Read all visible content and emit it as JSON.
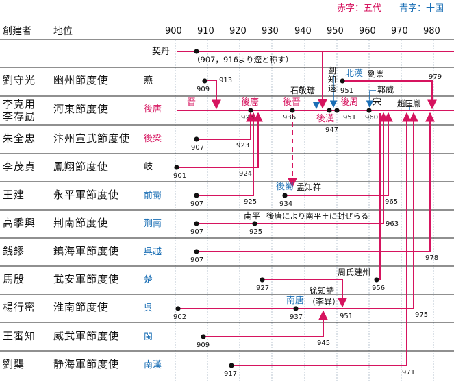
{
  "legend": {
    "red_label": "赤字：五代",
    "blue_label": "青字：十国"
  },
  "header": {
    "founder": "創建者",
    "position": "地位"
  },
  "ticks": [
    "900",
    "910",
    "920",
    "930",
    "940",
    "950",
    "960",
    "970",
    "980"
  ],
  "rows": [
    {
      "founder": "",
      "position": "",
      "state": "契丹",
      "state_color": "#111111"
    },
    {
      "founder": "劉守光",
      "position": "幽州節度使",
      "state": "燕",
      "state_color": "#111111"
    },
    {
      "founder": "李克用\n李存勗",
      "position": "河東節度使",
      "state": "後唐",
      "state_color": "#d6145f"
    },
    {
      "founder": "朱全忠",
      "position": "汴州宣武節度使",
      "state": "後梁",
      "state_color": "#d6145f"
    },
    {
      "founder": "李茂貞",
      "position": "鳳翔節度使",
      "state": "岐",
      "state_color": "#111111"
    },
    {
      "founder": "王建",
      "position": "永平軍節度使",
      "state": "前蜀",
      "state_color": "#1b6fb5"
    },
    {
      "founder": "高季興",
      "position": "荆南節度使",
      "state": "荆南",
      "state_color": "#1b6fb5"
    },
    {
      "founder": "銭鏐",
      "position": "鎮海軍節度使",
      "state": "呉越",
      "state_color": "#1b6fb5"
    },
    {
      "founder": "馬殷",
      "position": "武安軍節度使",
      "state": "楚",
      "state_color": "#1b6fb5"
    },
    {
      "founder": "楊行密",
      "position": "淮南節度使",
      "state": "呉",
      "state_color": "#1b6fb5"
    },
    {
      "founder": "王審知",
      "position": "威武軍節度使",
      "state": "閩",
      "state_color": "#1b6fb5"
    },
    {
      "founder": "劉龑",
      "position": "静海軍節度使",
      "state": "南漢",
      "state_color": "#1b6fb5"
    }
  ],
  "labels": {
    "khitan_note": "（907，916より遼と称す）",
    "y907a": "907",
    "y909a": "909",
    "y913": "913",
    "y979": "979",
    "y923a": "923",
    "y936": "936",
    "y947": "947",
    "y951a": "951",
    "y960": "960",
    "y907b": "907",
    "y923b": "923",
    "y901": "901",
    "y924": "924",
    "y907c": "907",
    "y925a": "925",
    "y934": "934",
    "y965": "965",
    "y907d": "907",
    "y925b": "925",
    "y963": "963",
    "y907e": "907",
    "y978": "978",
    "y927": "927",
    "y956": "956",
    "y902": "902",
    "y937": "937",
    "y951b": "951",
    "y975": "975",
    "y909b": "909",
    "y945": "945",
    "y917": "917",
    "y971": "971",
    "jin": "晋",
    "later_tang": "後唐",
    "later_jin": "後晋",
    "later_han": "後漢",
    "later_zhou": "後周",
    "song": "宋",
    "northern_han": "北漢",
    "liu_chong": "劉崇",
    "shi_jingtang": "石敬瑭",
    "liu_zhiyuan": "劉\n知\n遠",
    "guo_wei": "郭威",
    "zhao_kuangyin": "趙匡胤",
    "later_shu": "後蜀",
    "meng_zhixiang": "孟知祥",
    "nanping": "南平",
    "nanping_note": "後唐により南平王に封ぜらる",
    "zhou_jianzhou": "周氏建州",
    "southern_tang": "南唐",
    "xu_zhigao": "徐知誥",
    "li_bian": "（李昪）"
  }
}
